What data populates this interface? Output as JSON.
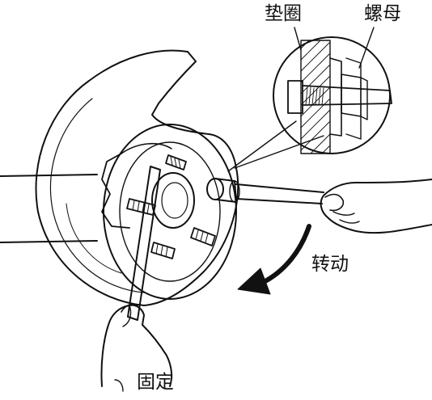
{
  "labels": {
    "washer": "垫圈",
    "nut": "螺母",
    "rotate": "转动",
    "fixed": "固定"
  },
  "colors": {
    "ink": "#111111",
    "paper": "#ffffff"
  }
}
